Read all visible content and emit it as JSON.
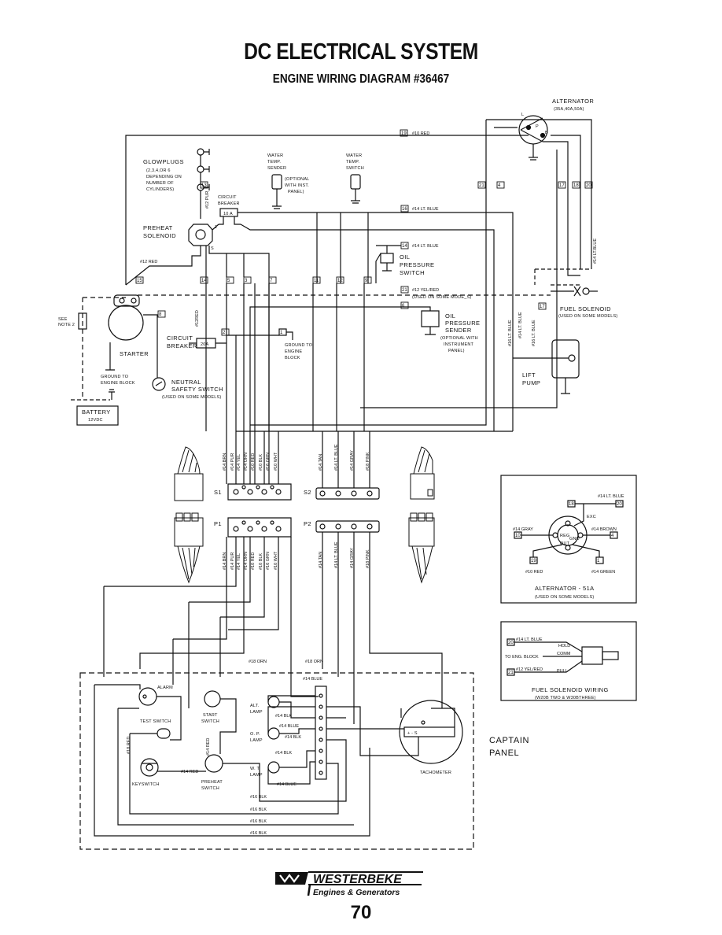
{
  "header": {
    "title": "DC ELECTRICAL SYSTEM",
    "subtitle": "ENGINE WIRING DIAGRAM #36467"
  },
  "components": {
    "alternator": "ALTERNATOR",
    "alternator_rating": "(35A,40A,50A)",
    "glowplugs": "GLOWPLUGS",
    "glowplugs_note": [
      "(2,3,4,OR 6",
      "DEPENDING ON",
      "NUMBER OF",
      "CYLINDERS)"
    ],
    "water_temp_sender": [
      "WATER",
      "TEMP.",
      "SENDER"
    ],
    "water_temp_sender_note": [
      "(OPTIONAL",
      "WITH INST.",
      "PANEL)"
    ],
    "water_temp_switch": [
      "WATER",
      "TEMP.",
      "SWITCH"
    ],
    "circuit_breaker_top": [
      "CIRCUIT",
      "BREAKER"
    ],
    "cb_top_rating": "10 A",
    "preheat_solenoid": [
      "PREHEAT",
      "SOLENOID"
    ],
    "oil_pressure_switch": [
      "OIL",
      "PRESSURE",
      "SWITCH"
    ],
    "fuel_solenoid": "FUEL SOLENOID",
    "fuel_solenoid_note": "(USED ON SOME MODELS)",
    "oil_pressure_sender": [
      "OIL",
      "PRESSURE",
      "SENDER"
    ],
    "oil_pressure_sender_note": [
      "(OPTIONAL WITH",
      "INSTRUMENT",
      "PANEL)"
    ],
    "lift_pump": [
      "LIFT",
      "PUMP"
    ],
    "see_note": [
      "SEE",
      "NOTE 2"
    ],
    "starter": "STARTER",
    "circuit_breaker_bottom": [
      "CIRCUIT",
      "BREAKER"
    ],
    "cb_bottom_rating": "20A",
    "ground_engine_block": [
      "GROUND TO",
      "ENGINE",
      "BLOCK"
    ],
    "ground_engine_block_2": [
      "GROUND TO",
      "ENGINE BLOCK"
    ],
    "neutral_safety_switch": [
      "NEUTRAL",
      "SAFETY SWITCH",
      "(USED ON SOME MODELS)"
    ],
    "battery": [
      "BATTERY",
      "12VDC"
    ],
    "s1": "S1",
    "s2": "S2",
    "p1": "P1",
    "p2": "P2"
  },
  "wires": {
    "w19": "#10 RED",
    "w16": "#14 LT. BLUE",
    "w14": "#14 LT. BLUE",
    "w21": "#12 YEL/RED",
    "w21_note": "(USED ON SOME MODE_S)",
    "red12": "#12 RED",
    "pur12": "#12 PUR",
    "red12b": "#12RED",
    "lt_blue_right": "#14 LT.BLUE",
    "lt_blue_a": "#16 LT. BLUE",
    "lt_blue_b": "#14 LT. BLUE",
    "lt_blue_c": "#16 LT. BLUE",
    "s1_wires": [
      "#14 BRN",
      "#14 PUR",
      "#14 YEL",
      "#14 ORN",
      "#10 RED",
      "#10 BLK",
      "#16 GRN",
      "#10 WHT"
    ],
    "s2_wires": [
      "#14 TAN",
      "#14 LT. BLUE",
      "#14 GRAY",
      "#18 PINK"
    ],
    "p1_wires": [
      "#14 BRN",
      "#14 PUR",
      "#14 YEL",
      "#14 ORN",
      "#10 RED",
      "#10 BLK",
      "#16 GRN",
      "#10 WHT"
    ],
    "p2_wires": [
      "#14 TAN",
      "#14 LT. BLUE",
      "#14 GRAY",
      "#18 PINK"
    ]
  },
  "terminal_numbers": [
    "19",
    "16",
    "14",
    "21",
    "6",
    "8",
    "17",
    "13",
    "15",
    "2",
    "11",
    "3",
    "5",
    "7",
    "12",
    "9",
    "4",
    "18",
    "20",
    "1",
    "10"
  ],
  "alternator_51a": {
    "title": "ALTERNATOR - 51A",
    "note": "(USED ON SOME MODELS)",
    "wires": [
      "#14 LT. BLUE",
      "#14 GRAY",
      "#14 BROWN",
      "#10 RED",
      "#14 GREEN"
    ],
    "terms": [
      "EXC",
      "REG",
      "GND",
      "OUT"
    ]
  },
  "fuel_solenoid_wiring": {
    "title": "FUEL SOLENOID WIRING",
    "note": "(W20B TWO & W30BTHREE)",
    "wires": [
      "#14 LT. BLUE",
      "#12 YEL/RED"
    ],
    "to": "TO ENG. BLOCK",
    "terms": [
      "HOLD",
      "COMM",
      "PULL"
    ]
  },
  "captain_panel": {
    "title": [
      "CAPTAIN",
      "PANEL"
    ],
    "alarm": "ALARM",
    "start_switch": [
      "START",
      "SWITCH"
    ],
    "test_switch": "TEST SWITCH",
    "keyswitch": "KEYSWITCH",
    "preheat_switch": [
      "PREHEAT",
      "SWITCH"
    ],
    "alt_lamp": [
      "ALT.",
      "LAMP"
    ],
    "op_lamp": [
      "O. P.",
      "LAMP"
    ],
    "wt_lamp": [
      "W. T.",
      "LAMP"
    ],
    "tachometer": "TACHOMETER",
    "wires": [
      "#18 ORN",
      "#18 ORN",
      "#14 BLUE",
      "#14 BLK",
      "#14 BLUE",
      "#14 BLK",
      "#14 BLK",
      "#14 BLUE",
      "#18 RED",
      "#14 RED",
      "#14 RED",
      "#16 BLK",
      "#16 BLK",
      "#16 BLK",
      "#16 BLK"
    ]
  },
  "footer": {
    "brand": "WESTERBEKE",
    "tagline": "Engines & Generators",
    "page": "70"
  }
}
